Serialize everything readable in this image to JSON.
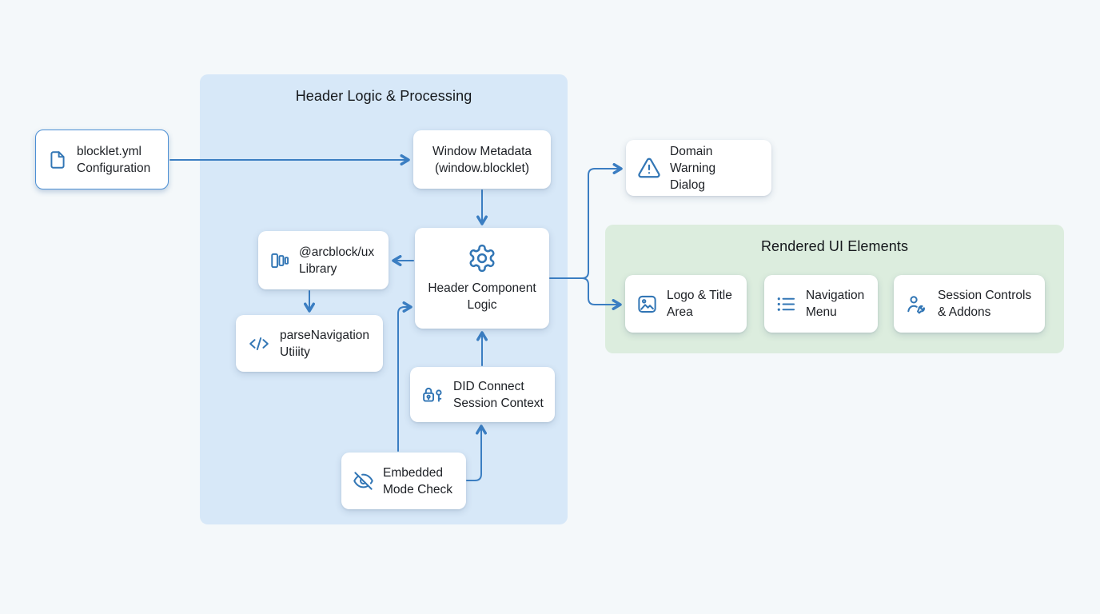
{
  "groups": {
    "header_logic": {
      "title": "Header Logic & Processing"
    },
    "rendered_ui": {
      "title": "Rendered UI Elements"
    }
  },
  "nodes": {
    "blocklet_yml": {
      "label": "blocklet.yml\nConfiguration",
      "icon": "file-icon"
    },
    "window_metadata": {
      "label": "Window Metadata\n(window.blocklet)",
      "icon": "none"
    },
    "arcblock_ux": {
      "label": "@arcblock/ux\nLibrary",
      "icon": "library-icon"
    },
    "header_component_logic": {
      "label": "Header Component\nLogic",
      "icon": "gear-icon"
    },
    "parse_navigation": {
      "label": "parseNavigation\nUtiiity",
      "icon": "code-icon"
    },
    "did_connect": {
      "label": "DID Connect\nSession Context",
      "icon": "lock-key-icon"
    },
    "embedded_mode": {
      "label": "Embedded\nMode Check",
      "icon": "eye-off-icon"
    },
    "domain_warning": {
      "label": "Domain Warning\nDialog",
      "icon": "warning-icon"
    },
    "logo_title": {
      "label": "Logo & Title\nArea",
      "icon": "image-icon"
    },
    "navigation_menu": {
      "label": "Navigation\nMenu",
      "icon": "list-icon"
    },
    "session_controls": {
      "label": "Session Controls\n& Addons",
      "icon": "user-wrench-icon"
    }
  },
  "edges": [
    {
      "from": "blocklet_yml",
      "to": "window_metadata"
    },
    {
      "from": "window_metadata",
      "to": "header_component_logic"
    },
    {
      "from": "header_component_logic",
      "to": "arcblock_ux"
    },
    {
      "from": "arcblock_ux",
      "to": "parse_navigation"
    },
    {
      "from": "embedded_mode",
      "to": "header_component_logic"
    },
    {
      "from": "did_connect",
      "to": "header_component_logic"
    },
    {
      "from": "embedded_mode",
      "to": "did_connect"
    },
    {
      "from": "header_component_logic",
      "to": "domain_warning"
    },
    {
      "from": "header_component_logic",
      "to": "logo_title"
    }
  ],
  "colors": {
    "background": "#f4f8fa",
    "group_blue": "#d7e8f8",
    "group_green": "#dcedde",
    "connector": "#3b7ec2",
    "icon_stroke": "#3276b5",
    "accent_border": "#4c8fd4",
    "text": "#1d2025"
  }
}
